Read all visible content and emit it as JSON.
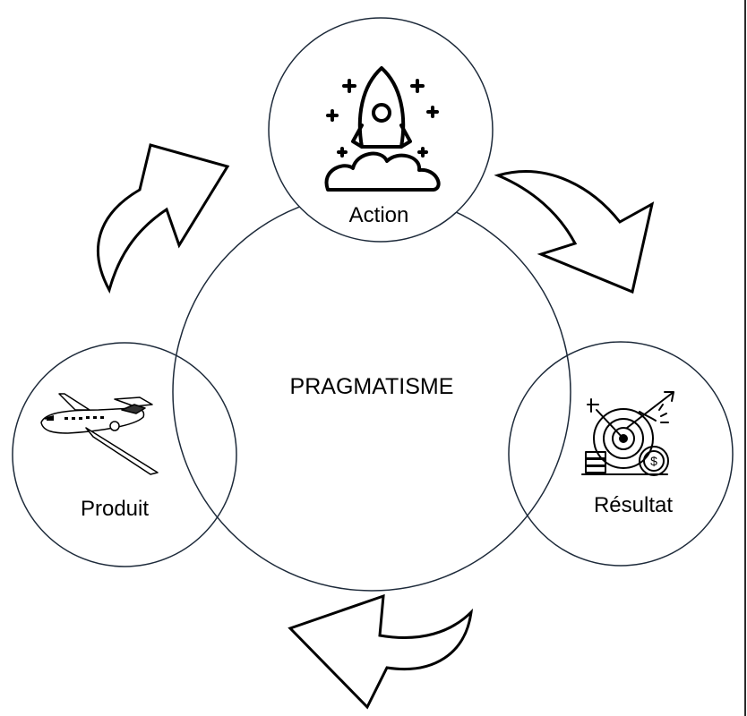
{
  "diagram": {
    "center": {
      "label": "PRAGMATISME"
    },
    "nodes": [
      {
        "label": "Action",
        "icon": "rocket-icon"
      },
      {
        "label": "Résultat",
        "icon": "target-growth-icon"
      },
      {
        "label": "Produit",
        "icon": "airplane-icon"
      }
    ],
    "arrows": [
      {
        "from": "Produit",
        "to": "Action"
      },
      {
        "from": "Action",
        "to": "Résultat"
      },
      {
        "from": "Résultat",
        "to": "Produit"
      }
    ]
  },
  "colors": {
    "circle_stroke": "#1d2a3a",
    "icon_stroke": "#000000",
    "arrow_fill": "#ffffff",
    "arrow_stroke": "#000000"
  }
}
